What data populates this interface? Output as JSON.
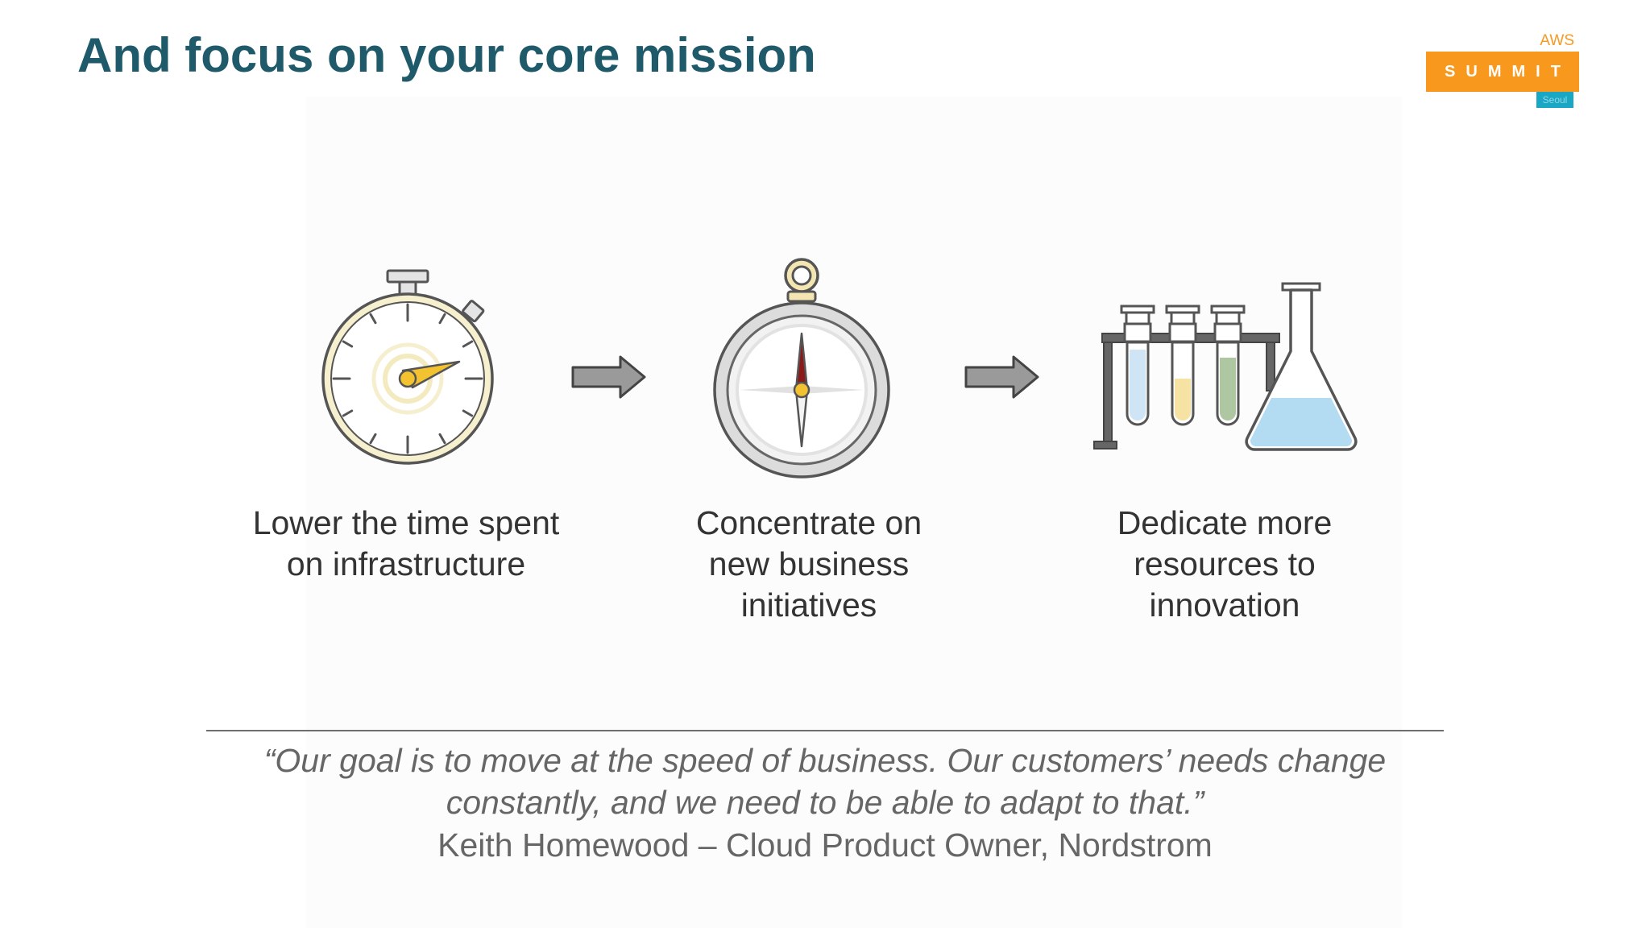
{
  "slide": {
    "title": "And focus on your core mission"
  },
  "logo": {
    "brand": "AWS",
    "name": "SUMMIT",
    "city": "Seoul",
    "colors": {
      "orange": "#f8991d",
      "teal": "#19a7c4"
    }
  },
  "steps": [
    {
      "icon": "stopwatch-icon",
      "lines": [
        "Lower the time spent",
        "on infrastructure"
      ]
    },
    {
      "icon": "compass-icon",
      "lines": [
        "Concentrate on",
        "new business",
        "initiatives"
      ]
    },
    {
      "icon": "lab-glassware-icon",
      "lines": [
        "Dedicate more",
        "resources to",
        "innovation"
      ]
    }
  ],
  "arrows": [
    "arrow-right-icon",
    "arrow-right-icon"
  ],
  "quote": {
    "lines": [
      "“Our goal is to move at the speed of business. Our customers’ needs change",
      "constantly, and we need to be able to adapt to that.”"
    ],
    "attribution": "Keith Homewood – Cloud Product Owner, Nordstrom"
  },
  "colors": {
    "title": "#1f5a6b",
    "body_text": "#333333",
    "quote_text": "#666666",
    "stopwatch_hand": "#f2c230",
    "compass_needle": "#8b1a1a",
    "flask_liquid": "#b3dcf2"
  }
}
